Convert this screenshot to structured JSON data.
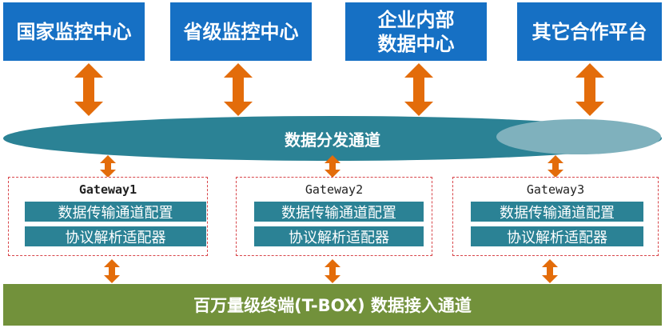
{
  "top_nodes": [
    {
      "lines": [
        "国家监控中心"
      ]
    },
    {
      "lines": [
        "省级监控中心"
      ]
    },
    {
      "lines": [
        "企业内部",
        "数据中心"
      ]
    },
    {
      "lines": [
        "其它合作平台"
      ]
    }
  ],
  "channel_label": "数据分发通道",
  "gateways": [
    {
      "title": "Gateway1",
      "rows": [
        "数据传输通道配置",
        "协议解析适配器"
      ]
    },
    {
      "title": "Gateway2",
      "rows": [
        "数据传输通道配置",
        "协议解析适配器"
      ]
    },
    {
      "title": "Gateway3",
      "rows": [
        "数据传输通道配置",
        "协议解析适配器"
      ]
    }
  ],
  "bottom_label": "百万量级终端(T-BOX) 数据接入通道",
  "colors": {
    "top_box": "#1670c4",
    "channel": "#2b8295",
    "channel_highlight": "#7fb1bd",
    "arrow": "#e36c0a",
    "gateway_border": "#d8464a",
    "gateway_row": "#2b8295",
    "bottom_bar": "#72913b"
  }
}
